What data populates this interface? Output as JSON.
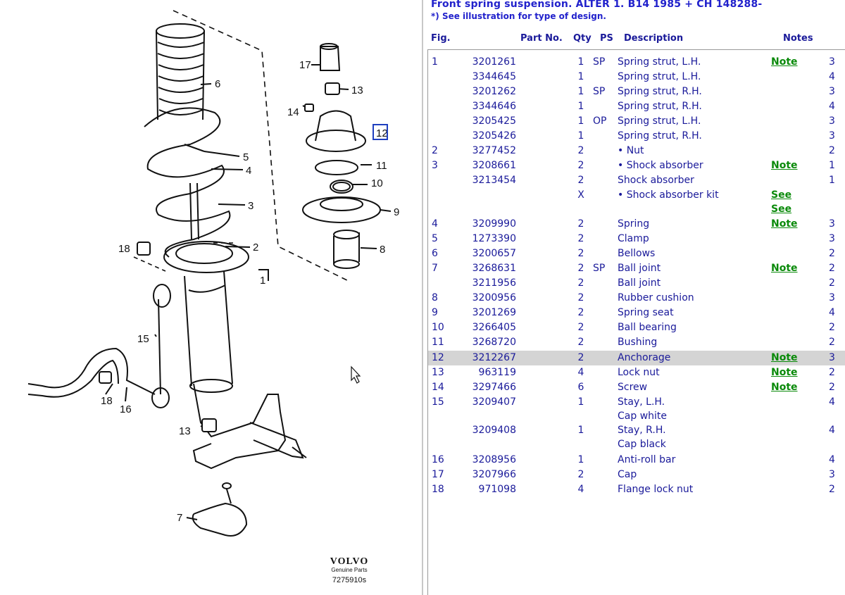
{
  "illustration": {
    "callouts": [
      "17",
      "13",
      "14",
      "12",
      "11",
      "10",
      "9",
      "8",
      "6",
      "5",
      "4",
      "3",
      "2",
      "18",
      "1",
      "15",
      "18",
      "16",
      "13",
      "7"
    ],
    "logo_brand": "VOLVO",
    "logo_sub": "Genuine Parts",
    "drawing_number": "7275910s"
  },
  "header": {
    "title": "Front spring suspension. ALTER 1. B14 1985 + CH 148288-",
    "subtitle": "*) See illustration for type of design."
  },
  "columns": {
    "fig": "Fig.",
    "part": "Part No.",
    "qty": "Qty",
    "ps": "PS",
    "desc": "Description",
    "notes": "Notes"
  },
  "rows": [
    {
      "fig": "1",
      "part": "3201261",
      "qty": "1",
      "ps": "SP",
      "desc": "Spring strut, L.H.",
      "note": "Note",
      "last": "3"
    },
    {
      "fig": "",
      "part": "3344645",
      "qty": "1",
      "ps": "",
      "desc": "Spring strut, L.H.",
      "note": "",
      "last": "4"
    },
    {
      "fig": "",
      "part": "3201262",
      "qty": "1",
      "ps": "SP",
      "desc": "Spring strut, R.H.",
      "note": "",
      "last": "3"
    },
    {
      "fig": "",
      "part": "3344646",
      "qty": "1",
      "ps": "",
      "desc": "Spring strut, R.H.",
      "note": "",
      "last": "4"
    },
    {
      "fig": "",
      "part": "3205425",
      "qty": "1",
      "ps": "OP",
      "desc": "Spring strut, L.H.",
      "note": "",
      "last": "3"
    },
    {
      "fig": "",
      "part": "3205426",
      "qty": "1",
      "ps": "",
      "desc": "Spring strut, R.H.",
      "note": "",
      "last": "3"
    },
    {
      "fig": "2",
      "part": "3277452",
      "qty": "2",
      "ps": "",
      "desc": "• Nut",
      "note": "",
      "last": "2"
    },
    {
      "fig": "3",
      "part": "3208661",
      "qty": "2",
      "ps": "",
      "desc": "• Shock absorber",
      "note": "Note",
      "last": "1"
    },
    {
      "fig": "",
      "part": "3213454",
      "qty": "2",
      "ps": "",
      "desc": "Shock absorber",
      "note": "",
      "last": "1"
    },
    {
      "fig": "",
      "part": "",
      "qty": "X",
      "ps": "",
      "desc": "• Shock absorber kit",
      "note": "See",
      "note2": "See",
      "last": ""
    },
    {
      "fig": "4",
      "part": "3209990",
      "qty": "2",
      "ps": "",
      "desc": "Spring",
      "note": "Note",
      "last": "3"
    },
    {
      "fig": "5",
      "part": "1273390",
      "qty": "2",
      "ps": "",
      "desc": "Clamp",
      "note": "",
      "last": "3"
    },
    {
      "fig": "6",
      "part": "3200657",
      "qty": "2",
      "ps": "",
      "desc": "Bellows",
      "note": "",
      "last": "2"
    },
    {
      "fig": "7",
      "part": "3268631",
      "qty": "2",
      "ps": "SP",
      "desc": "Ball joint",
      "note": "Note",
      "last": "2"
    },
    {
      "fig": "",
      "part": "3211956",
      "qty": "2",
      "ps": "",
      "desc": "Ball joint",
      "note": "",
      "last": "2"
    },
    {
      "fig": "8",
      "part": "3200956",
      "qty": "2",
      "ps": "",
      "desc": "Rubber cushion",
      "note": "",
      "last": "3"
    },
    {
      "fig": "9",
      "part": "3201269",
      "qty": "2",
      "ps": "",
      "desc": "Spring seat",
      "note": "",
      "last": "4"
    },
    {
      "fig": "10",
      "part": "3266405",
      "qty": "2",
      "ps": "",
      "desc": "Ball bearing",
      "note": "",
      "last": "2"
    },
    {
      "fig": "11",
      "part": "3268720",
      "qty": "2",
      "ps": "",
      "desc": "Bushing",
      "note": "",
      "last": "2"
    },
    {
      "fig": "12",
      "part": "3212267",
      "qty": "2",
      "ps": "",
      "desc": "Anchorage",
      "note": "Note",
      "last": "3",
      "selected": true
    },
    {
      "fig": "13",
      "part": "963119",
      "qty": "4",
      "ps": "",
      "desc": "Lock nut",
      "note": "Note",
      "last": "2"
    },
    {
      "fig": "14",
      "part": "3297466",
      "qty": "6",
      "ps": "",
      "desc": "Screw",
      "note": "Note",
      "last": "2"
    },
    {
      "fig": "15",
      "part": "3209407",
      "qty": "1",
      "ps": "",
      "desc": "Stay, L.H.",
      "desc2": "Cap white",
      "note": "",
      "last": "4"
    },
    {
      "fig": "",
      "part": "3209408",
      "qty": "1",
      "ps": "",
      "desc": "Stay, R.H.",
      "desc2": "Cap black",
      "note": "",
      "last": "4"
    },
    {
      "fig": "16",
      "part": "3208956",
      "qty": "1",
      "ps": "",
      "desc": "Anti-roll bar",
      "note": "",
      "last": "4"
    },
    {
      "fig": "17",
      "part": "3207966",
      "qty": "2",
      "ps": "",
      "desc": "Cap",
      "note": "",
      "last": "3"
    },
    {
      "fig": "18",
      "part": "971098",
      "qty": "4",
      "ps": "",
      "desc": "Flange lock nut",
      "note": "",
      "last": "2"
    }
  ],
  "colors": {
    "text": "#1a1a9a",
    "title": "#2222cc",
    "note_link": "#0a8a0a",
    "selected_row": "#d4d4d4",
    "highlight_callout": "#1f3fbf"
  }
}
